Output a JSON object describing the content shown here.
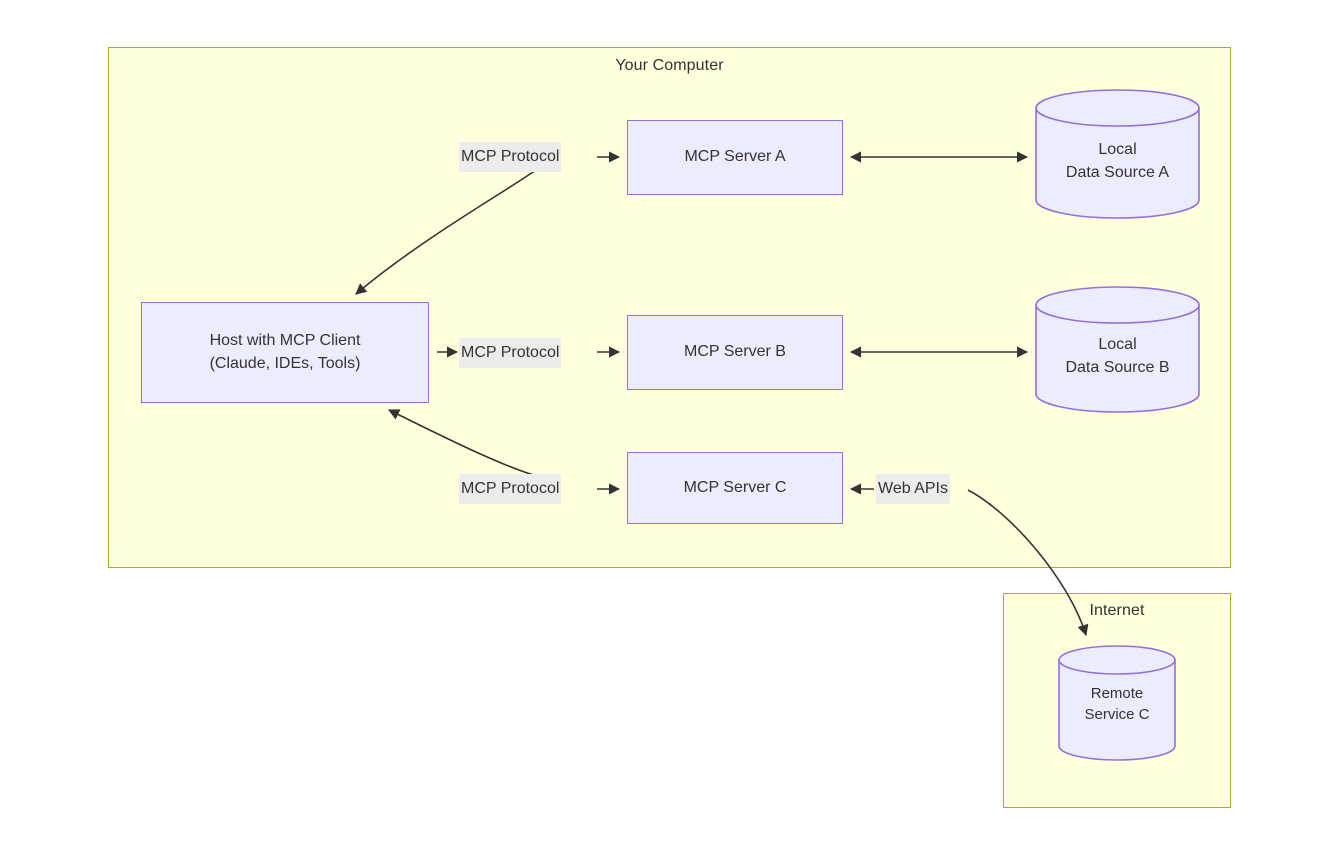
{
  "diagram": {
    "type": "flow-architecture",
    "title_visible": false,
    "colors": {
      "cluster_fill": "#ffffde",
      "cluster_border": "#aaaa33",
      "node_fill": "#ececff",
      "node_border": "#9370db",
      "edge_stroke": "#333333",
      "label_bg": "#ececec",
      "text": "#333333",
      "page_bg": "#ffffff"
    }
  },
  "clusters": [
    {
      "id": "your-computer",
      "title": "Your Computer"
    },
    {
      "id": "internet",
      "title": "Internet"
    }
  ],
  "nodes": {
    "host": {
      "line1": "Host with MCP Client",
      "line2": "(Claude, IDEs, Tools)"
    },
    "server_a": {
      "label": "MCP Server A"
    },
    "server_b": {
      "label": "MCP Server B"
    },
    "server_c": {
      "label": "MCP Server C"
    },
    "data_a": {
      "line1": "Local",
      "line2": "Data Source A"
    },
    "data_b": {
      "line1": "Local",
      "line2": "Data Source B"
    },
    "remote_c": {
      "line1": "Remote",
      "line2": "Service C"
    }
  },
  "edge_labels": {
    "protocol_a": "MCP Protocol",
    "protocol_b": "MCP Protocol",
    "protocol_c": "MCP Protocol",
    "web_apis": "Web APIs"
  },
  "edges": [
    {
      "from": "server_a",
      "to": "host",
      "label": "MCP Protocol",
      "style": "curved",
      "arrow": "to-host"
    },
    {
      "from": "host",
      "to": "server_a",
      "label": "MCP Protocol",
      "style": "straight",
      "arrow": "to-server"
    },
    {
      "from": "server_a",
      "to": "data_a",
      "label": "",
      "style": "straight",
      "arrow": "both"
    },
    {
      "from": "host",
      "to": "server_b",
      "label": "MCP Protocol",
      "style": "straight",
      "arrow": "both"
    },
    {
      "from": "server_b",
      "to": "data_b",
      "label": "",
      "style": "straight",
      "arrow": "both"
    },
    {
      "from": "host",
      "to": "server_c",
      "label": "MCP Protocol",
      "style": "curved",
      "arrow": "both"
    },
    {
      "from": "remote_c",
      "to": "server_c",
      "label": "Web APIs",
      "style": "curved",
      "arrow": "both"
    }
  ]
}
